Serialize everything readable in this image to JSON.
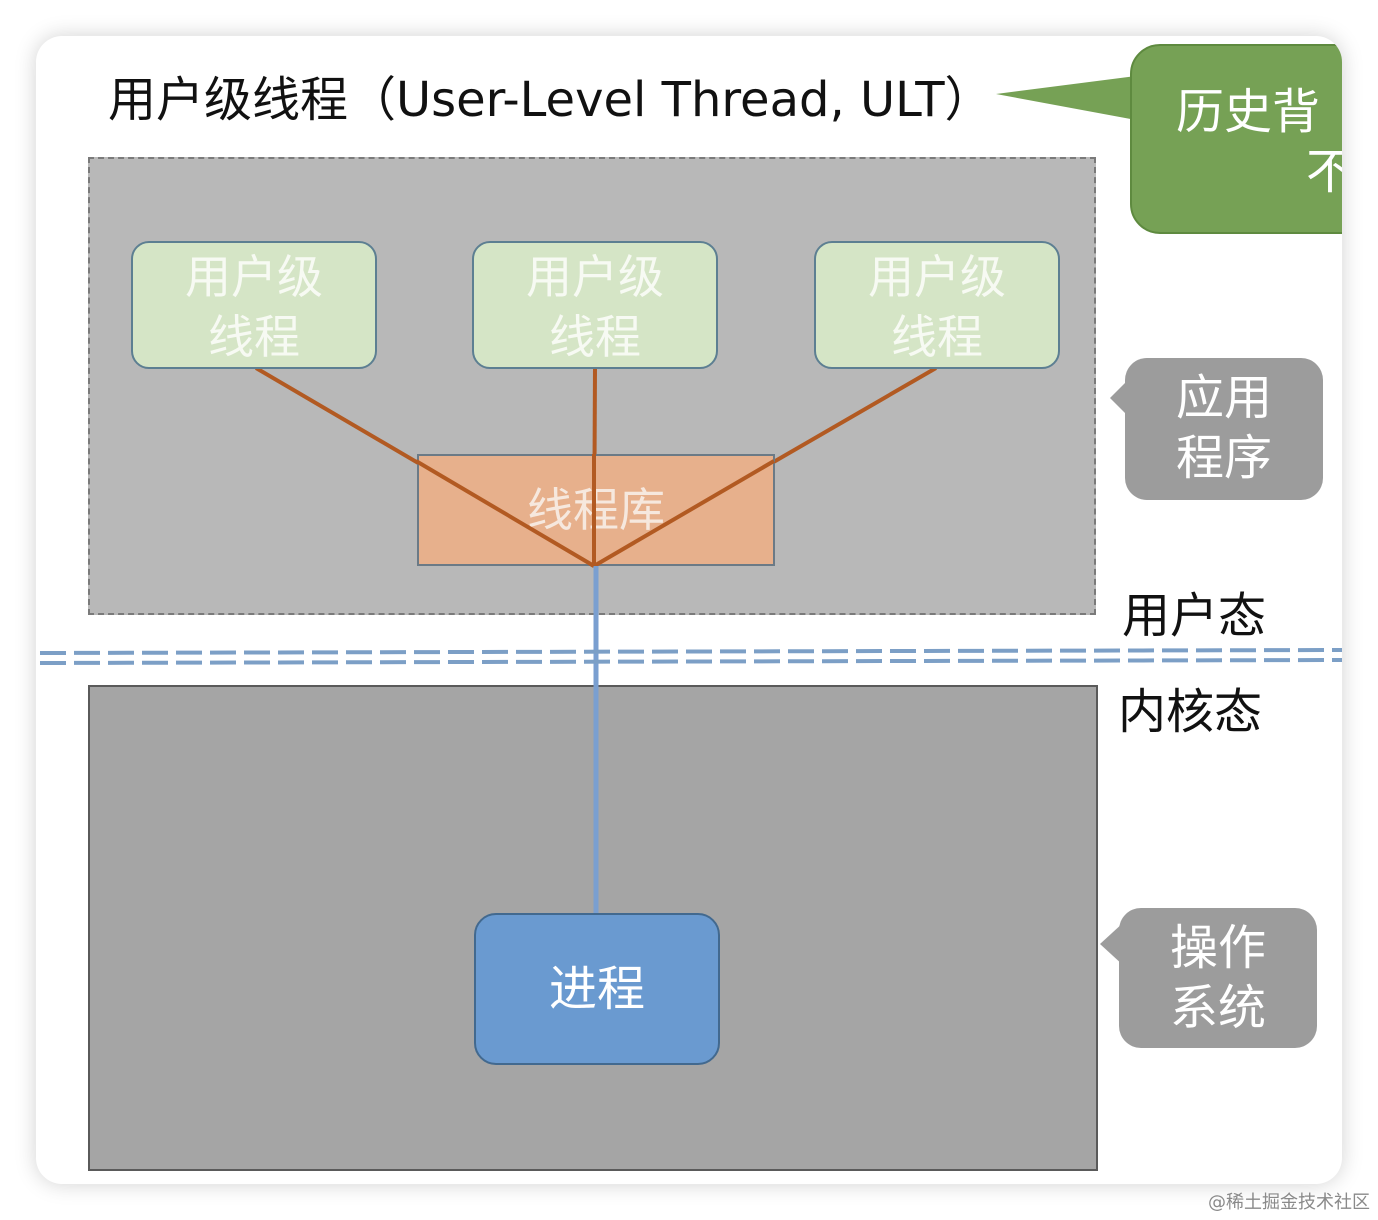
{
  "title": "用户级线程（User-Level Thread, ULT）",
  "user_threads": [
    {
      "line1": "用户级",
      "line2": "线程"
    },
    {
      "line1": "用户级",
      "line2": "线程"
    },
    {
      "line1": "用户级",
      "line2": "线程"
    }
  ],
  "thread_library": "线程库",
  "process": "进程",
  "modes": {
    "user": "用户态",
    "kernel": "内核态"
  },
  "callouts": {
    "application": {
      "line1": "应用",
      "line2": "程序"
    },
    "operating_system": {
      "line1": "操作",
      "line2": "系统"
    },
    "history": {
      "line1": "历史背",
      "line2": "不"
    }
  },
  "watermark": "@稀土掘金技术社区",
  "colors": {
    "user_thread_fill": "#d5e5c6",
    "thread_library_fill": "#e7b08c",
    "process_fill": "#6a9ad0",
    "user_area_fill": "#b8b8b8",
    "kernel_area_fill": "#a5a5a5",
    "connector_orange": "#b25a22",
    "connector_blue": "#7a9fd0",
    "callout_green": "#76a155",
    "callout_gray": "#9c9c9c"
  }
}
